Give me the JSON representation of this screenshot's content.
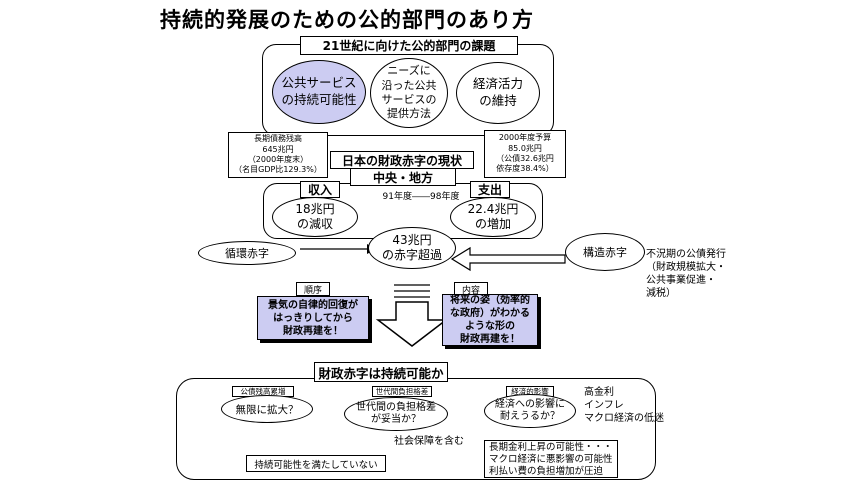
{
  "title": "持続的発展のための公的部門のあり方",
  "section1": {
    "header": "21世紀に向けた公的部門の課題",
    "circles": [
      "公共サービス\nの持続可能性",
      "ニーズに\n沿った公共\nサービスの\n提供方法",
      "経済活力\nの維持"
    ]
  },
  "debt_note": "長期債務残高\n645兆円\n（2000年度末）\n（名目GDP比129.3%）",
  "budget_note": "2000年度予算\n85.0兆円\n（公債32.6兆円\n依存度38.4%）",
  "section2": {
    "header": "日本の財政赤字の現状",
    "sub_header": "中央・地方",
    "income_label": "収入",
    "expense_label": "支出",
    "period": "91年度――98年度",
    "income_oval": "18兆円\nの減収",
    "expense_oval": "22.4兆円\nの増加",
    "deficit_oval": "43兆円\nの赤字超過"
  },
  "cyclical_deficit": "循環赤字",
  "structural_deficit": "構造赤字",
  "structural_note": "不況期の公債発行\n（財政規模拡大・\n公共事業促進・\n減税）",
  "order": {
    "label": "順序",
    "text": "景気の自律的回復が\nはっきりしてから\n財政再建を！"
  },
  "content": {
    "label": "内容",
    "text": "将来の姿（効率的\nな政府）がわかる\nような形の\n財政再建を！"
  },
  "section3": {
    "header": "財政赤字は持続可能か",
    "tag1": "公債残高累増",
    "oval1": "無限に拡大？",
    "tag2": "世代間負担格差",
    "oval2": "世代間の負担格差\nが妥当か？",
    "social": "社会保障を含む",
    "tag3": "経済的影響",
    "oval3": "経済への影響に\n耐えうるか？",
    "effects": "高金利\nインフレ\nマクロ経済の低迷",
    "unsustainable": "持続可能性を満たしていない",
    "risk": "長期金利上昇の可能性・・・\nマクロ経済に悪影響の可能性\n利払い費の負担増加が圧迫"
  }
}
